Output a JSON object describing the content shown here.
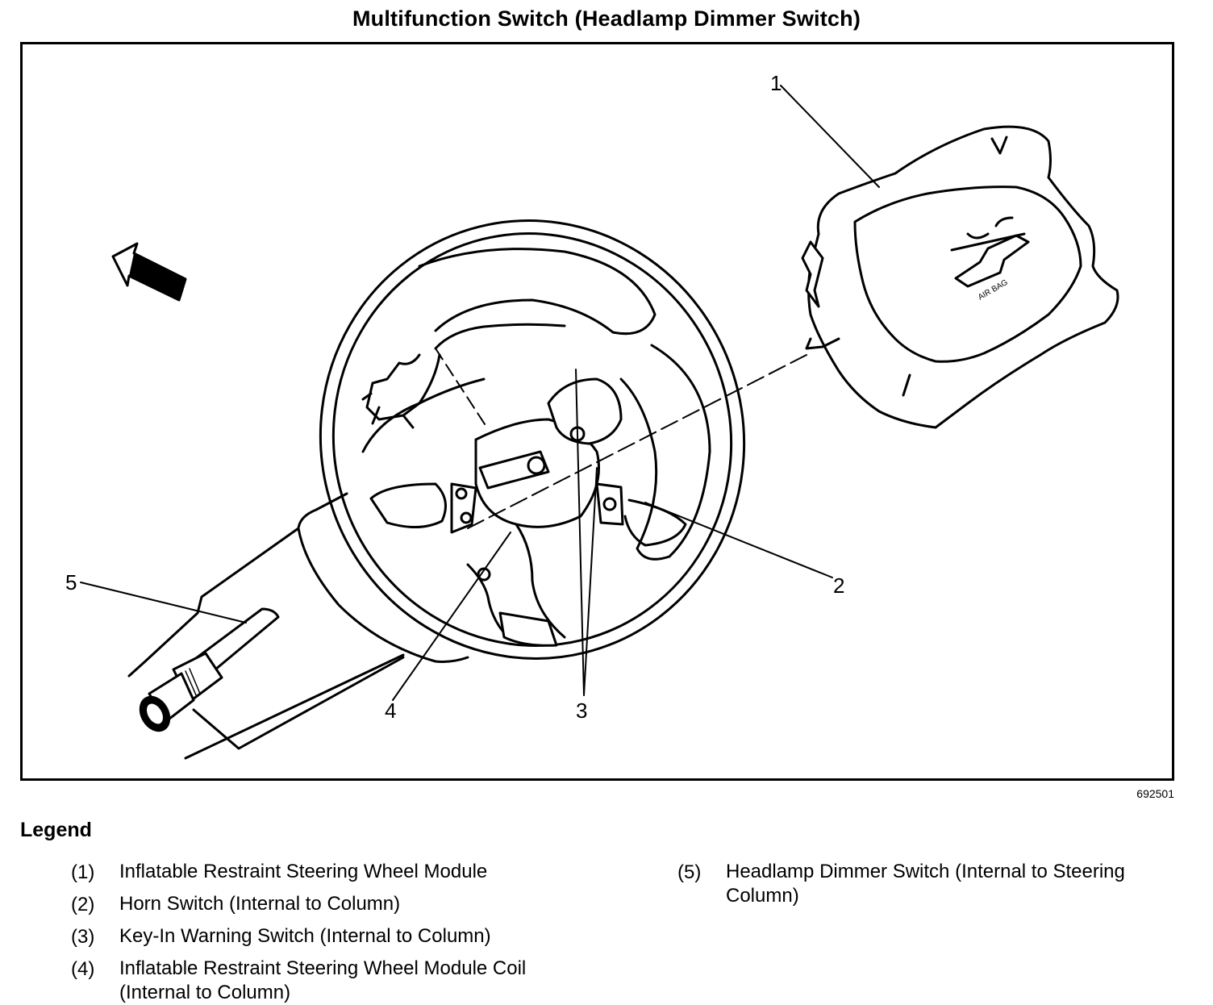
{
  "title": "Multifunction Switch (Headlamp Dimmer Switch)",
  "figure_id": "692501",
  "callouts": [
    "1",
    "2",
    "3",
    "4",
    "5"
  ],
  "airbag_label": "AIR BAG",
  "legend": {
    "heading": "Legend",
    "items": [
      {
        "num": "(1)",
        "text": "Inflatable Restraint Steering Wheel Module"
      },
      {
        "num": "(2)",
        "text": "Horn Switch (Internal to Column)"
      },
      {
        "num": "(3)",
        "text": "Key-In Warning Switch (Internal to Column)"
      },
      {
        "num": "(4)",
        "text": "Inflatable Restraint Steering Wheel Module Coil (Internal to Column)"
      },
      {
        "num": "(5)",
        "text": "Headlamp Dimmer Switch (Internal to Steering Column)"
      }
    ]
  }
}
